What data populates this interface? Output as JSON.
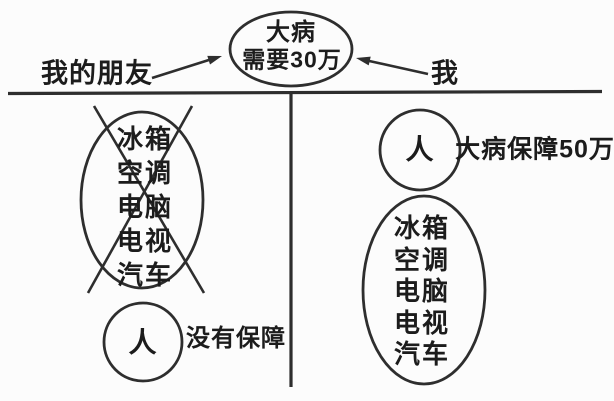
{
  "top_bubble": {
    "line1": "大病",
    "line2": "需要30万"
  },
  "labels": {
    "friend": "我的朋友",
    "me": "我"
  },
  "left_panel": {
    "items": [
      "冰箱",
      "空调",
      "电脑",
      "电视",
      "汽车"
    ],
    "person": "人",
    "caption": "没有保障"
  },
  "right_panel": {
    "person": "人",
    "caption": "大病保障50万",
    "items": [
      "冰箱",
      "空调",
      "电脑",
      "电视",
      "汽车"
    ]
  },
  "colors": {
    "ink": "#2e2e2e",
    "text": "#1c1c1c",
    "background": "#fcfcfc"
  }
}
